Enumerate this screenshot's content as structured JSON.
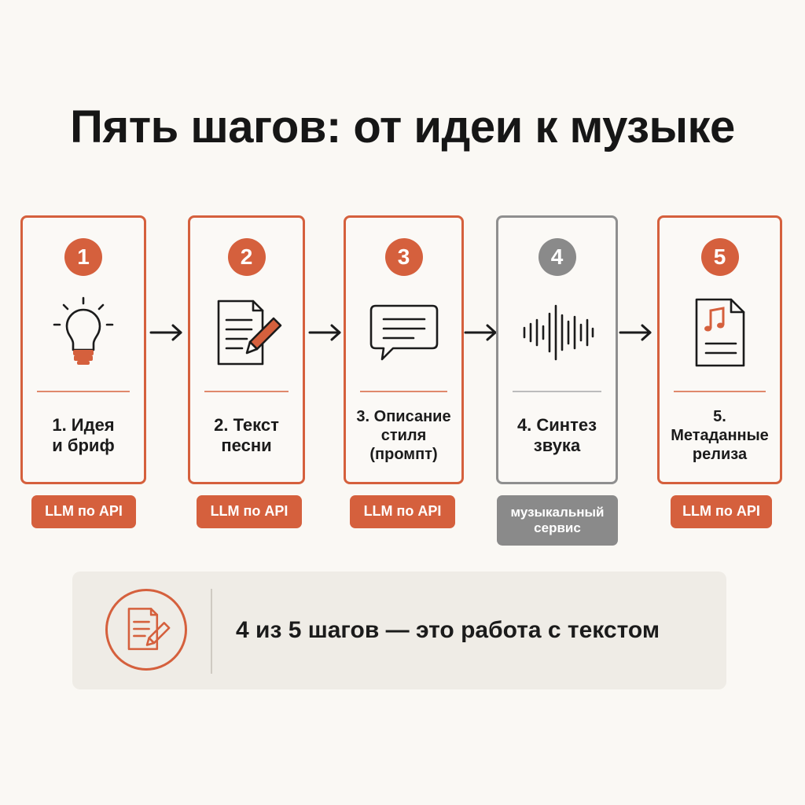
{
  "title": "Пять шагов: от идеи к музыке",
  "colors": {
    "accent": "#d5603d",
    "neutral": "#8a8a8a",
    "background": "#faf8f4",
    "panel": "#efece6"
  },
  "steps": [
    {
      "number": "1",
      "label": "1. Идея\nи бриф",
      "badge": "LLM по API",
      "icon": "lightbulb-icon"
    },
    {
      "number": "2",
      "label": "2. Текст\nпесни",
      "badge": "LLM по API",
      "icon": "document-pencil-icon"
    },
    {
      "number": "3",
      "label": "3. Описание\nстиля\n(промпт)",
      "badge": "LLM по API",
      "icon": "chat-bubble-icon"
    },
    {
      "number": "4",
      "label": "4. Синтез\nзвука",
      "badge": "музыкальный\nсервис",
      "icon": "sound-wave-icon"
    },
    {
      "number": "5",
      "label": "5. Метаданные\nрелиза",
      "badge": "LLM по API",
      "icon": "music-file-icon"
    }
  ],
  "summary": {
    "text": "4 из 5 шагов — это работа с текстом",
    "icon": "document-pencil-icon"
  }
}
